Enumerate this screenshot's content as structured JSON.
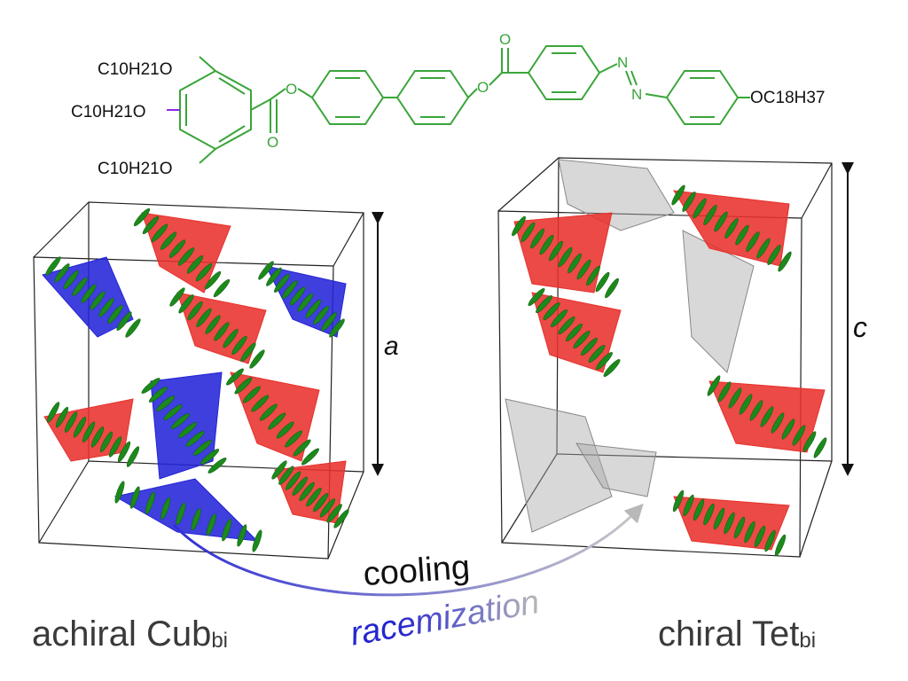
{
  "molecule": {
    "substituent_left": [
      "C10H21O",
      "C10H21O",
      "C10H21O"
    ],
    "substituent_right": "OC18H37",
    "atom_O": "O",
    "atom_N": "N",
    "color_bonds": "#3aa53a"
  },
  "left_phase": {
    "label_main": "achiral Cub",
    "label_sub": "bi",
    "axis_label": "a",
    "network_colors": {
      "red": "#e8312c",
      "blue": "#2424d8",
      "molecules": "#1b8a1b"
    }
  },
  "right_phase": {
    "label_main": "chiral Tet",
    "label_sub": "bi",
    "axis_label": "c",
    "network_colors": {
      "red": "#e8312c",
      "gray": "#a8a8a8",
      "molecules": "#1b8a1b"
    }
  },
  "transition": {
    "upper": "cooling",
    "lower": "racemization",
    "lower_highlight": "ra",
    "arrow_start_color": "#2e2ed6",
    "arrow_end_color": "#c0c0c0"
  }
}
